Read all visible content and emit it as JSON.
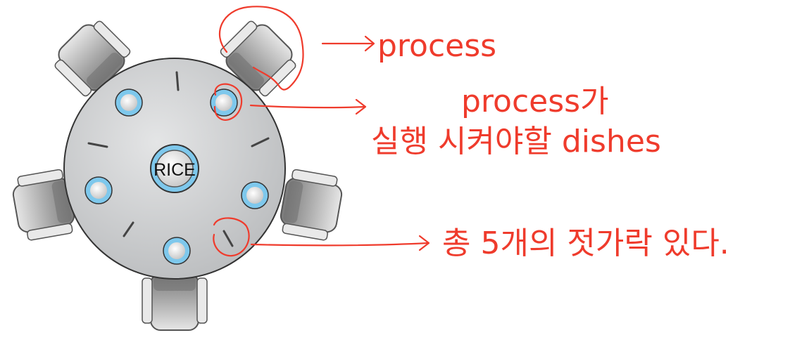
{
  "diagram": {
    "table_center_label": "RICE",
    "annotations": {
      "process": "process",
      "dishes_line1": "process가",
      "dishes_line2": "실행 시켜야할 dishes",
      "chopsticks": "총 5개의 젓가락 있다."
    },
    "colors": {
      "annotation": "#ef3b2c",
      "table": "#cfd1d3",
      "plate_ring": "#7ec8ec",
      "chair": "#a6a6a6"
    },
    "counts": {
      "philosophers": 5,
      "dishes": 5,
      "chopsticks": 5
    }
  }
}
